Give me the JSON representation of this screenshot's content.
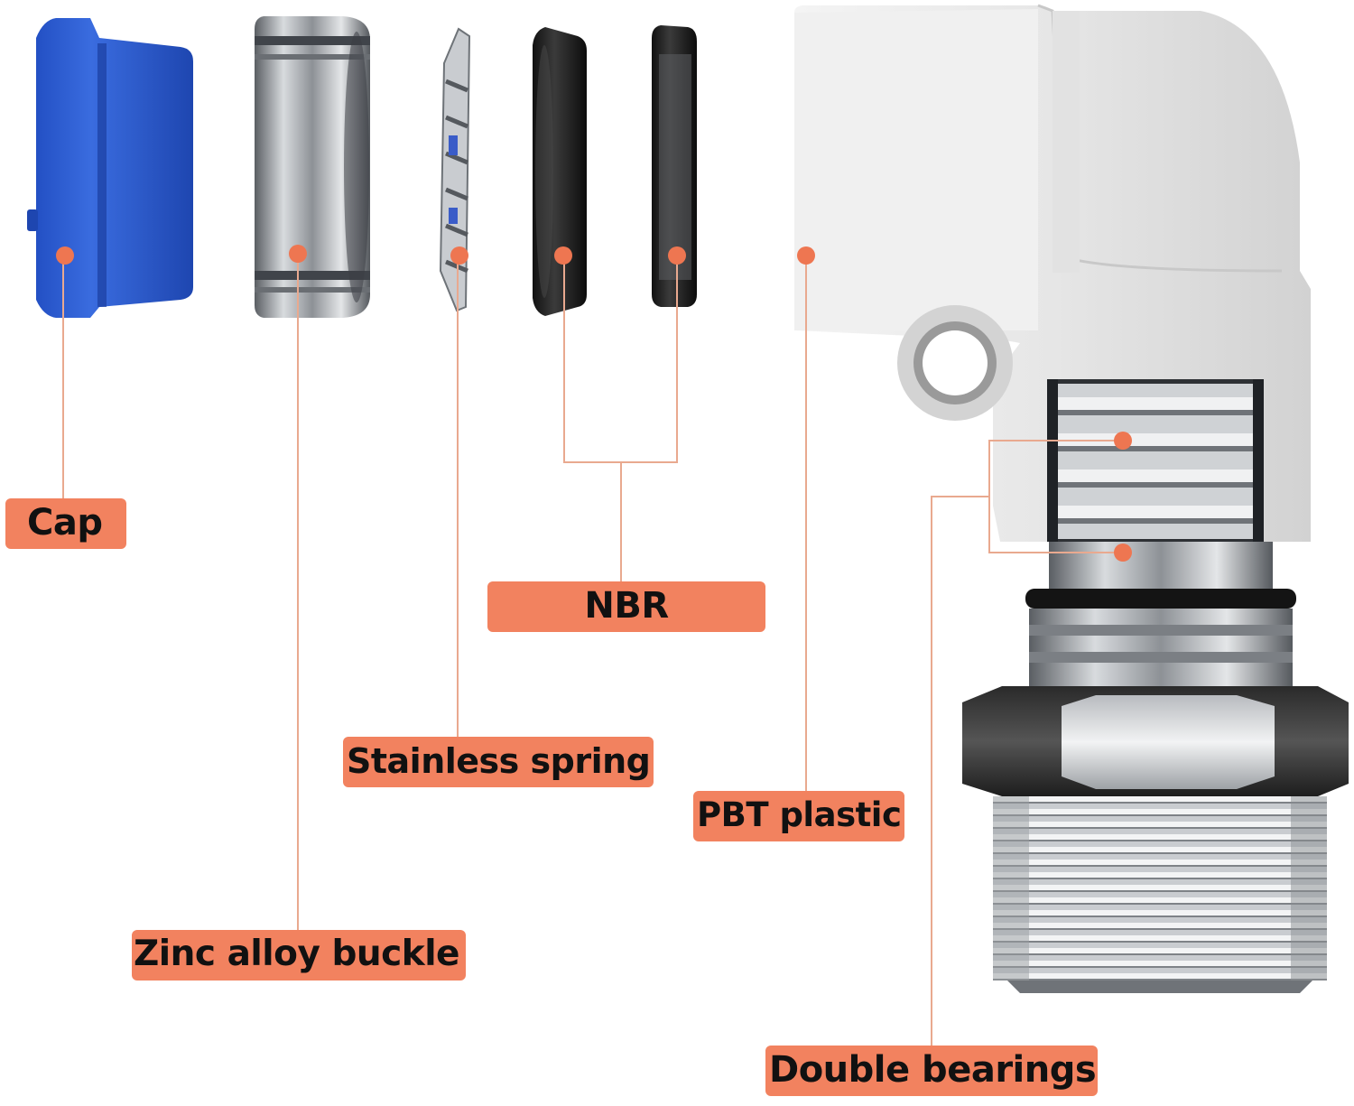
{
  "labels": {
    "cap": "Cap",
    "nbr": "NBR",
    "stainless_spring": "Stainless spring",
    "pbt_plastic": "PBT plastic",
    "zinc_alloy_buckle": "Zinc alloy buckle",
    "double_bearings": "Double bearings"
  },
  "colors": {
    "callout_fill": "#f2825f",
    "leader_line": "#e9a98f",
    "marker_dot": "#ee7651",
    "cap_blue": "#2f5fd0",
    "body_white": "#e9e9e9"
  }
}
